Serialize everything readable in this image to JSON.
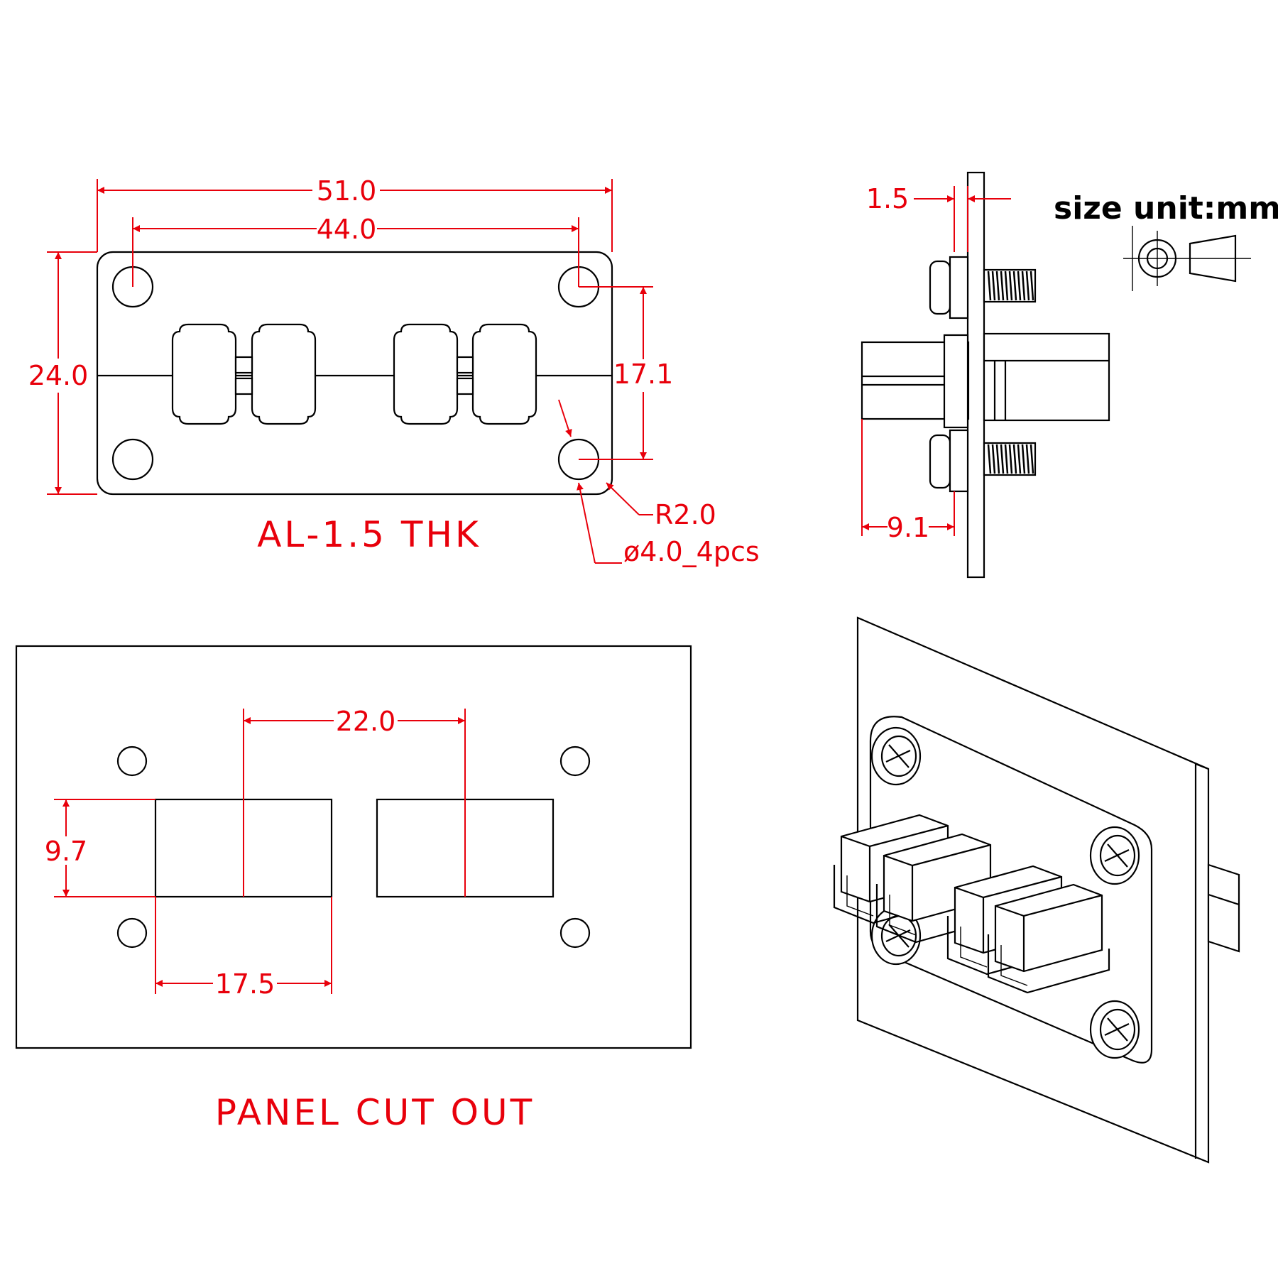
{
  "front_view": {
    "dims": {
      "overall_width": "51.0",
      "hole_spacing_x": "44.0",
      "overall_height": "24.0",
      "hole_spacing_y": "17.1",
      "corner_radius": "R2.0",
      "hole_diameter": "ø4.0_4pcs"
    },
    "material_label": "AL-1.5 THK"
  },
  "side_view": {
    "dims": {
      "plate_thickness": "1.5",
      "connector_depth": "9.1"
    }
  },
  "unit_note": "size unit:mm",
  "panel_cutout": {
    "dims": {
      "cutout_pitch": "22.0",
      "cutout_height": "9.7",
      "cutout_width": "17.5"
    },
    "label": "PANEL CUT OUT"
  },
  "colors": {
    "dimension": "#e8000b",
    "outline": "#000000"
  }
}
